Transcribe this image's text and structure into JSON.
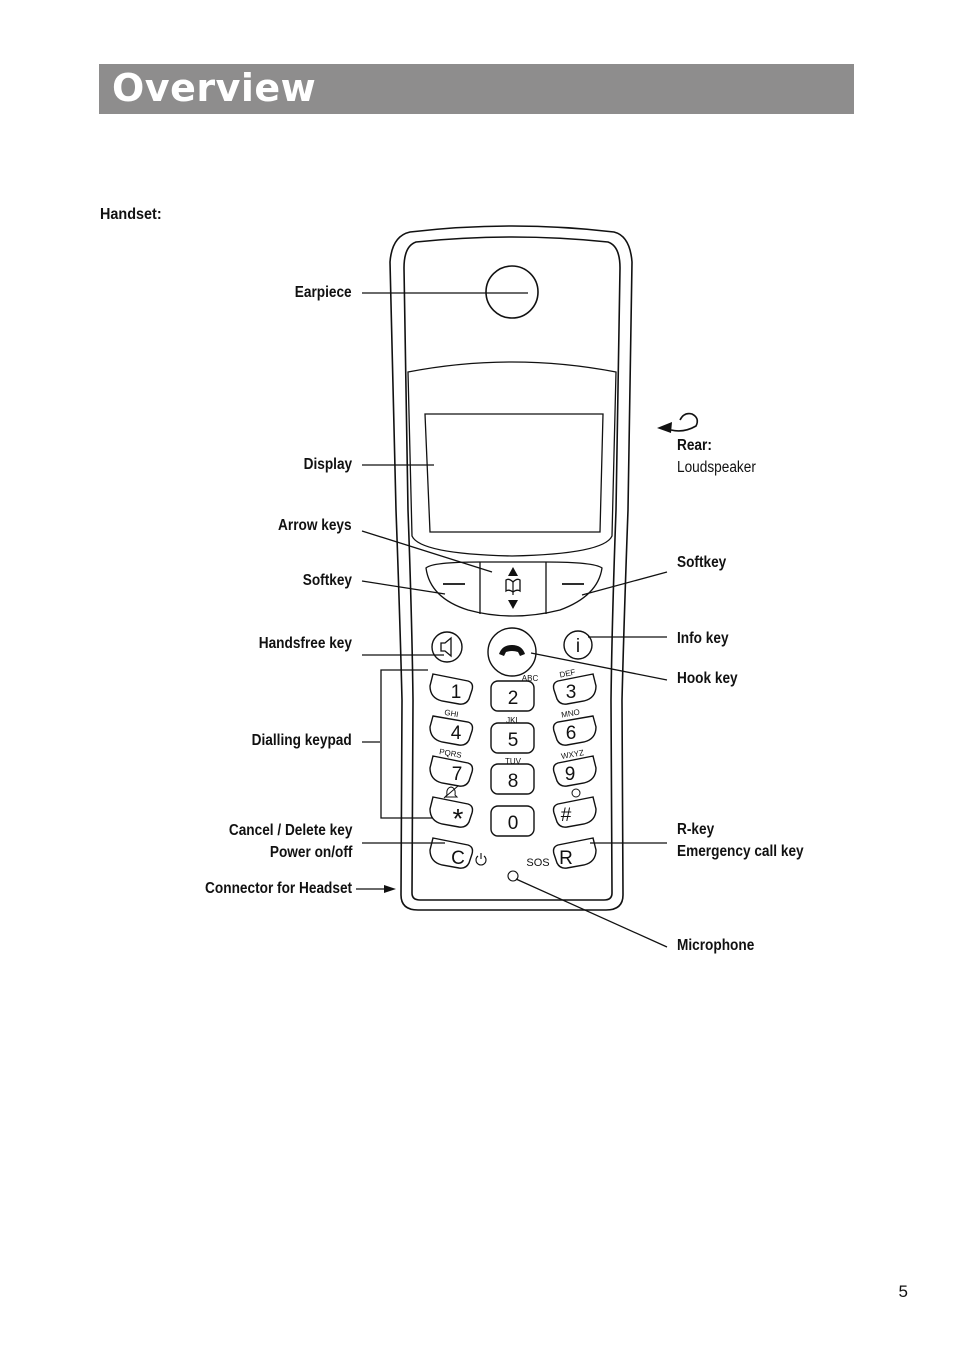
{
  "page": {
    "title": "Overview",
    "section_label": "Handset:",
    "page_number": "5"
  },
  "labels": {
    "earpiece": "Earpiece",
    "display": "Display",
    "arrow_keys": "Arrow keys",
    "softkey_left": "Softkey",
    "handsfree_key": "Handsfree key",
    "dialling_keypad": "Dialling keypad",
    "cancel_delete_key": "Cancel / Delete key",
    "power_on_off": "Power on/off",
    "connector_headset": "Connector for Headset",
    "rear": "Rear:",
    "loudspeaker": "Loudspeaker",
    "softkey_right": "Softkey",
    "info_key": "Info key",
    "hook_key": "Hook key",
    "r_key": "R-key",
    "emergency_call_key": "Emergency call key",
    "microphone": "Microphone"
  },
  "keypad": {
    "digits": [
      "1",
      "2",
      "3",
      "4",
      "5",
      "6",
      "7",
      "8",
      "9",
      "*",
      "0",
      "#"
    ],
    "letters": {
      "abc": "ABC",
      "def": "DEF",
      "ghi": "GHI",
      "jkl": "JKL",
      "mno": "MNO",
      "pqrs": "PQRS",
      "tuv": "TUV",
      "wxyz": "WXYZ"
    },
    "c_key": "C",
    "r_key": "R",
    "sos": "SOS",
    "info": "i"
  },
  "colors": {
    "title_bar": "#8e8d8d",
    "title_text": "#ffffff",
    "ink": "#111111"
  }
}
